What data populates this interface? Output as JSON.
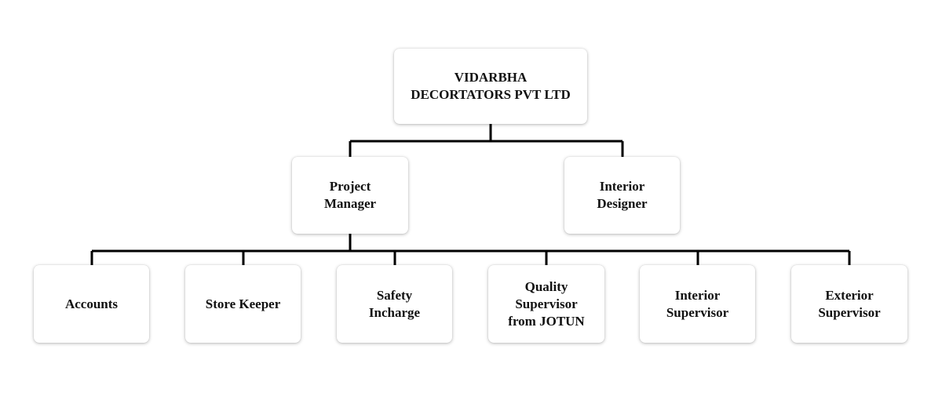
{
  "org_chart": {
    "root": {
      "label": "VIDARBHA\nDECORTATORS PVT LTD"
    },
    "level1": [
      {
        "label": "Project\nManager"
      },
      {
        "label": "Interior\nDesigner"
      }
    ],
    "level2": [
      {
        "label": "Accounts"
      },
      {
        "label": "Store Keeper"
      },
      {
        "label": "Safety\nIncharge"
      },
      {
        "label": "Quality\nSupervisor\nfrom JOTUN"
      },
      {
        "label": "Interior\nSupervisor"
      },
      {
        "label": "Exterior\nSupervisor"
      }
    ]
  },
  "colors": {
    "connector": "#000000",
    "node_fill": "#ffffff",
    "text": "#111111"
  }
}
